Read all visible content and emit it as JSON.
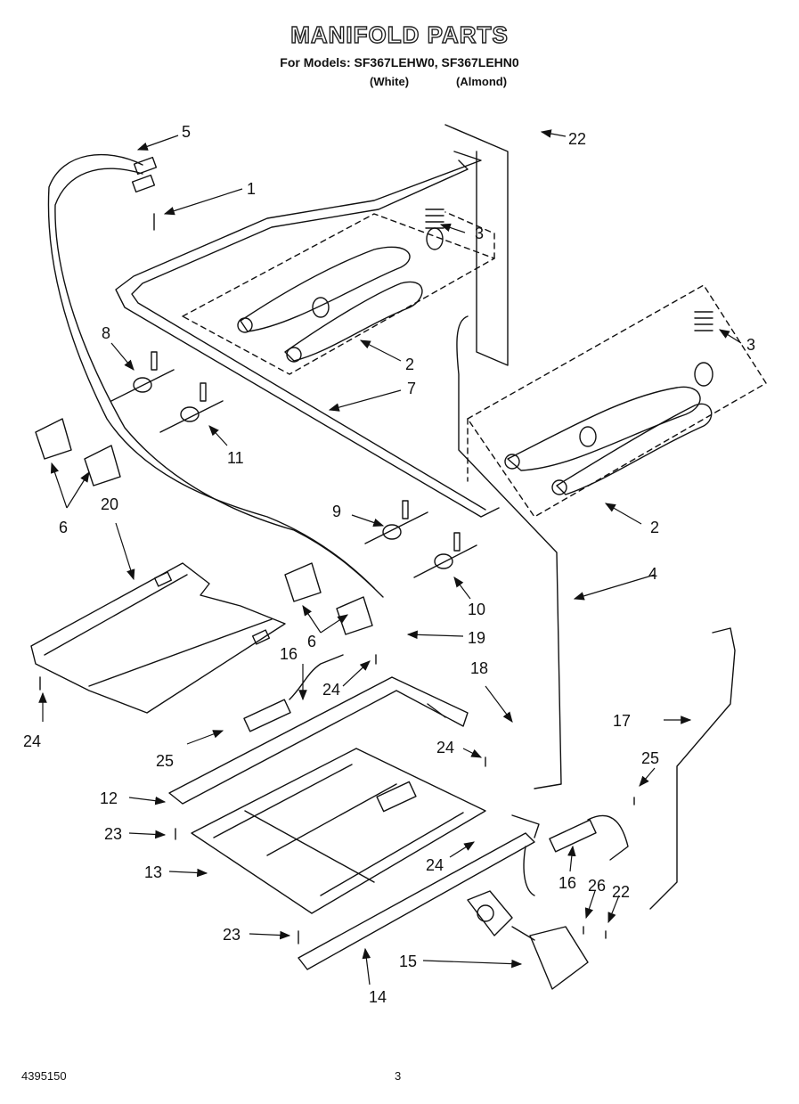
{
  "header": {
    "title": "MANIFOLD PARTS",
    "models_line": "For Models: SF367LEHW0, SF367LEHN0",
    "variant_white": "(White)",
    "variant_almond": "(Almond)"
  },
  "footer": {
    "part_number": "4395150",
    "page_number": "3"
  },
  "callouts": [
    {
      "id": "c1",
      "text": "1"
    },
    {
      "id": "c2a",
      "text": "2"
    },
    {
      "id": "c2b",
      "text": "2"
    },
    {
      "id": "c3a",
      "text": "3"
    },
    {
      "id": "c3b",
      "text": "3"
    },
    {
      "id": "c4",
      "text": "4"
    },
    {
      "id": "c5",
      "text": "5"
    },
    {
      "id": "c6a",
      "text": "6"
    },
    {
      "id": "c6b",
      "text": "6"
    },
    {
      "id": "c7",
      "text": "7"
    },
    {
      "id": "c8",
      "text": "8"
    },
    {
      "id": "c9",
      "text": "9"
    },
    {
      "id": "c10",
      "text": "10"
    },
    {
      "id": "c11",
      "text": "11"
    },
    {
      "id": "c12",
      "text": "12"
    },
    {
      "id": "c13",
      "text": "13"
    },
    {
      "id": "c14",
      "text": "14"
    },
    {
      "id": "c15",
      "text": "15"
    },
    {
      "id": "c16a",
      "text": "16"
    },
    {
      "id": "c16b",
      "text": "16"
    },
    {
      "id": "c17",
      "text": "17"
    },
    {
      "id": "c18",
      "text": "18"
    },
    {
      "id": "c19",
      "text": "19"
    },
    {
      "id": "c20",
      "text": "20"
    },
    {
      "id": "c22a",
      "text": "22"
    },
    {
      "id": "c22b",
      "text": "22"
    },
    {
      "id": "c23a",
      "text": "23"
    },
    {
      "id": "c23b",
      "text": "23"
    },
    {
      "id": "c24a",
      "text": "24"
    },
    {
      "id": "c24b",
      "text": "24"
    },
    {
      "id": "c24c",
      "text": "24"
    },
    {
      "id": "c24d",
      "text": "24"
    },
    {
      "id": "c25a",
      "text": "25"
    },
    {
      "id": "c25b",
      "text": "25"
    },
    {
      "id": "c26",
      "text": "26"
    }
  ]
}
